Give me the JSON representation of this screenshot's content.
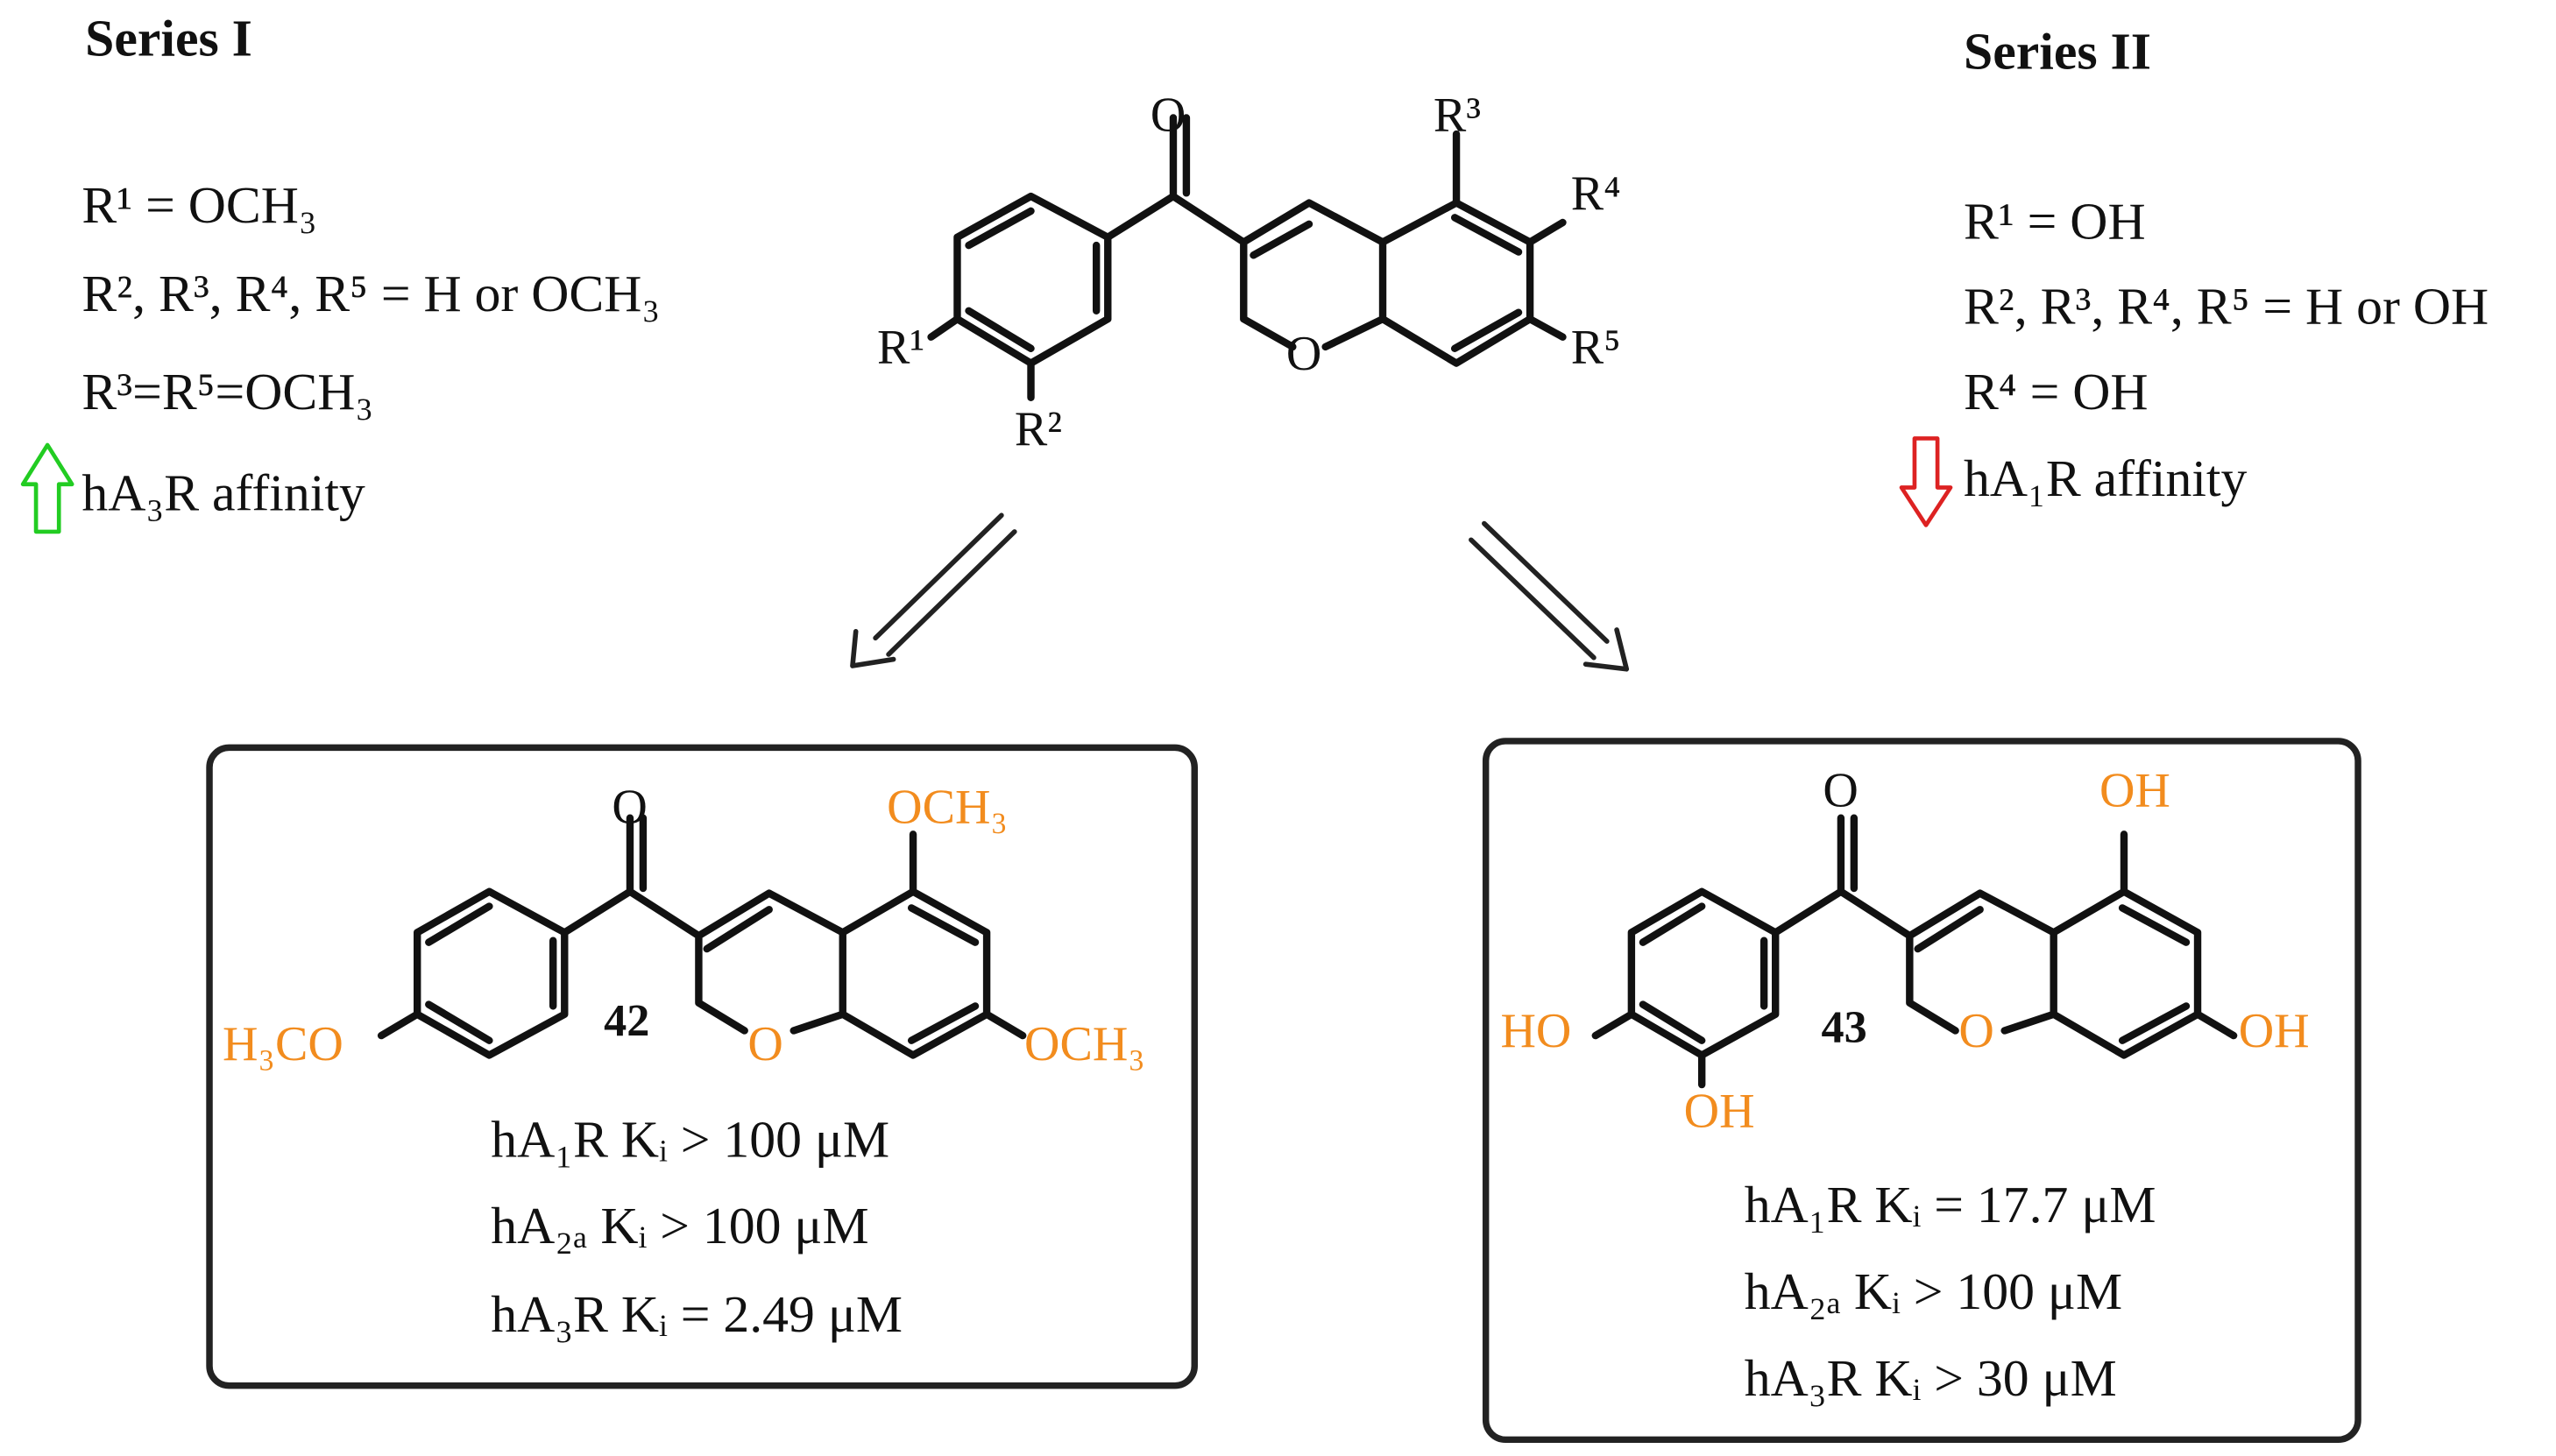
{
  "series_I": {
    "title": "Series I",
    "r1": "R¹ = OCH₃",
    "r2345": "R², R³, R⁴, R⁵ = H or OCH₃",
    "r3r5": "R³=R⁵=OCH₃",
    "affinity": "hA₃R affinity",
    "trend": "increase",
    "arrow_color": "#22cc22"
  },
  "series_II": {
    "title": "Series II",
    "r1": "R¹ = OH",
    "r2345": "R², R³, R⁴, R⁵ = H or OH",
    "r4": "R⁴ = OH",
    "affinity": "hA₁R affinity",
    "trend": "decrease",
    "arrow_color": "#dd2222"
  },
  "scaffold": {
    "o": "O",
    "ring_o": "O",
    "r1": "R¹",
    "r2": "R²",
    "r3": "R³",
    "r4": "R⁴",
    "r5": "R⁵"
  },
  "compound_42": {
    "number": "42",
    "o": "O",
    "ring_o": "O",
    "sub_5": "OCH₃",
    "sub_7": "OCH₃",
    "sub_4p": "H₃CO",
    "ki": [
      "hA₁R Kᵢ > 100 μM",
      "hA₂ₐ Kᵢ > 100 μM",
      "hA₃R Kᵢ = 2.49 μM"
    ]
  },
  "compound_43": {
    "number": "43",
    "o": "O",
    "ring_o": "O",
    "sub_5": "OH",
    "sub_7": "OH",
    "sub_4p": "HO",
    "sub_3p": "OH",
    "ki": [
      "hA₁R Kᵢ = 17.7 μM",
      "hA₂ₐ Kᵢ > 100 μM",
      "hA₃R Kᵢ > 30 μM"
    ]
  },
  "colors": {
    "highlight": "#f28c1e",
    "structure": "#111111",
    "text": "#111111"
  }
}
